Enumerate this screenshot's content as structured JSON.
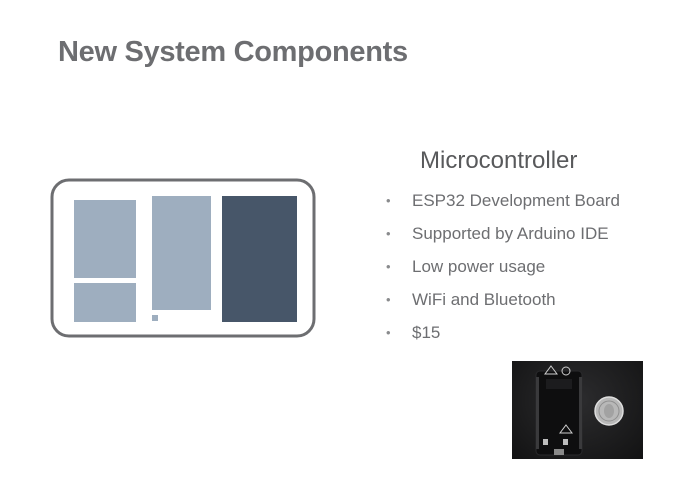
{
  "slide": {
    "title": "New System Components",
    "subtitle": "Microcontroller",
    "bullets": [
      "ESP32 Development Board",
      "Supported by Arduino IDE",
      "Low power usage",
      "WiFi and Bluetooth",
      "$15"
    ],
    "icon": "microcontroller-board-icon",
    "photo": "esp32-board-and-quarter-photo",
    "colors": {
      "title": "#6d6e71",
      "outline": "#6d6e71",
      "light_block": "#9eaebf",
      "dark_block": "#475669"
    }
  }
}
